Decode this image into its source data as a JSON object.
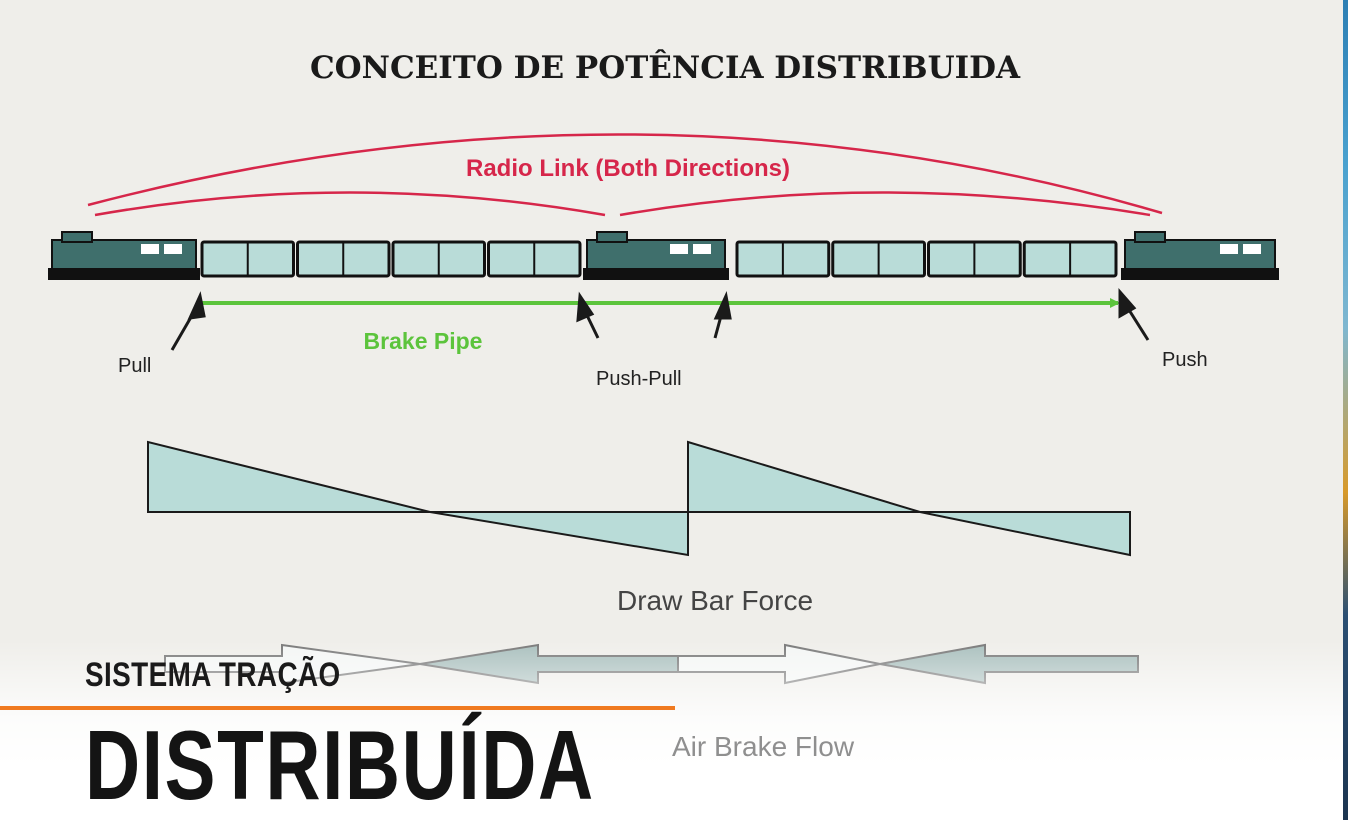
{
  "diagram": {
    "title": "CONCEITO DE POTÊNCIA DISTRIBUIDA",
    "radio_link_label": "Radio Link (Both Directions)",
    "brake_pipe_label": "Brake Pipe",
    "position_labels": {
      "pull": "Pull",
      "push_pull": "Push-Pull",
      "push": "Push"
    },
    "draw_bar_force_label": "Draw Bar Force",
    "air_brake_flow_label": "Air Brake Flow",
    "colors": {
      "radio": "#d6264a",
      "brake_pipe": "#5cc43c",
      "car_fill": "#b9dcd8",
      "loco_fill": "#3f6f6c",
      "accent": "#f07a20"
    }
  },
  "overlay": {
    "subtitle": "SISTEMA TRAÇÃO",
    "heading": "DISTRIBUÍDA"
  }
}
